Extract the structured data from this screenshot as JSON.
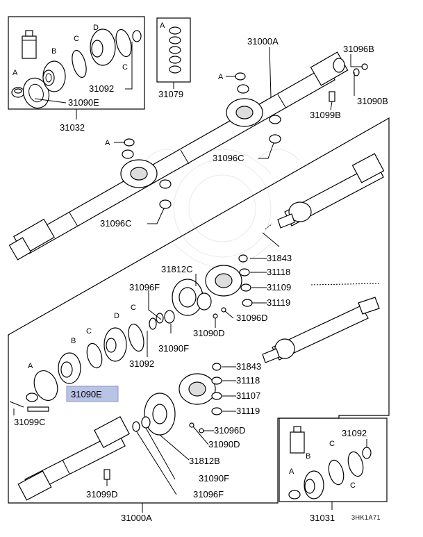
{
  "labels": {
    "tl_A": "A",
    "tl_B": "B",
    "tl_C1": "C",
    "tl_D": "D",
    "tl_C2": "C",
    "tl_31092": "31092",
    "tl_31090E": "31090E",
    "tl_31032": "31032",
    "nuts_A": "A",
    "nuts_31079": "31079",
    "top_31000A": "31000A",
    "top_31096B": "31096B",
    "top_A": "A",
    "top_31090B": "31090B",
    "top_31099B": "31099B",
    "mid_A": "A",
    "mid_31096C_r": "31096C",
    "mid_31096C_l": "31096C",
    "r_31843_a": "31843",
    "r_31118_a": "31118",
    "r_31109": "31109",
    "r_31119_a": "31119",
    "r_31812C": "31812C",
    "r_31096F": "31096F",
    "r_31090F": "31090F",
    "r_31090D": "31090D",
    "r_31096D": "31096D",
    "lo_A": "A",
    "lo_B": "B",
    "lo_C": "C",
    "lo_C2": "C",
    "lo_D": "D",
    "lo_31092": "31092",
    "lo_31090E": "31090E",
    "lo_31099C": "31099C",
    "lo_31843_b": "31843",
    "lo_31118_b": "31118",
    "lo_31107": "31107",
    "lo_31119_b": "31119",
    "lo_31096D_b": "31096D",
    "lo_31090D_b": "31090D",
    "lo_31812B": "31812B",
    "lo_31090F_b": "31090F",
    "lo_31096F_b": "31096F",
    "lo_31099D": "31099D",
    "bot_31000A": "31000A",
    "br_31092": "31092",
    "br_C1": "C",
    "br_B": "B",
    "br_A": "A",
    "br_C2": "C",
    "br_31031": "31031",
    "code": "3HK1A71"
  },
  "highlight_color": "#b9c3e6"
}
